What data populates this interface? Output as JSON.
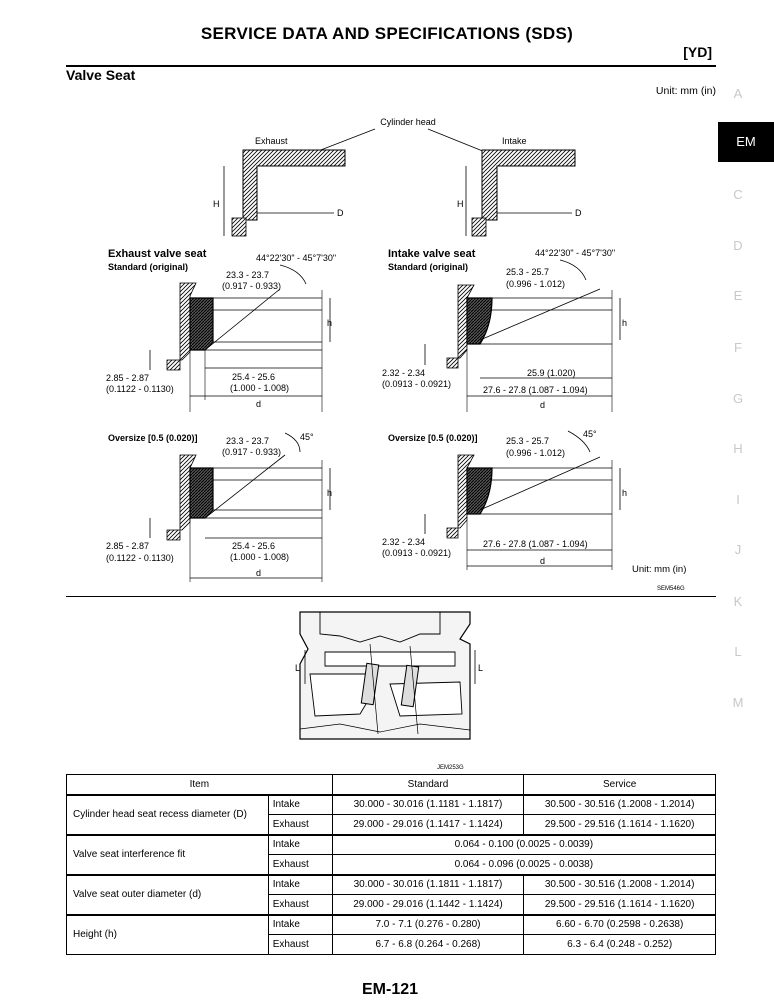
{
  "header": {
    "title": "SERVICE DATA AND SPECIFICATIONS (SDS)",
    "engine_code": "[YD]",
    "section": "Valve Seat",
    "unit": "Unit: mm (in)"
  },
  "nav": {
    "items": [
      "A",
      "EM",
      "C",
      "D",
      "E",
      "F",
      "G",
      "H",
      "I",
      "J",
      "K",
      "L",
      "M"
    ],
    "active": "EM"
  },
  "fig1": {
    "cylinder_head": "Cylinder head",
    "exhaust": "Exhaust",
    "intake": "Intake",
    "H": "H",
    "D": "D",
    "exh_title": "Exhaust valve seat",
    "exh_sub": "Standard (original)",
    "int_title": "Intake valve seat",
    "int_sub": "Standard (original)",
    "angle": "44°22'30\" - 45°7'30\"",
    "exh_top1": "23.3 - 23.7",
    "exh_top2": "(0.917 - 0.933)",
    "int_top1": "25.3 - 25.7",
    "int_top2": "(0.996 - 1.012)",
    "h": "h",
    "d": "d",
    "exh_left1": "2.85 - 2.87",
    "exh_left2": "(0.1122 - 0.1130)",
    "exh_mid1": "25.4 - 25.6",
    "exh_mid2": "(1.000 - 1.008)",
    "int_left1": "2.32 - 2.34",
    "int_left2": "(0.0913 - 0.0921)",
    "int_mid": "25.9 (1.020)",
    "int_bot": "27.6 - 27.8 (1.087 - 1.094)",
    "oversize": "Oversize [0.5 (0.020)]",
    "deg45": "45°",
    "unit": "Unit: mm (in)",
    "code": "SEM546G"
  },
  "fig2": {
    "L": "L",
    "code": "JEM253G"
  },
  "table": {
    "headers": [
      "Item",
      "Standard",
      "Service"
    ],
    "groups": [
      {
        "item": "Cylinder head seat recess diameter (D)",
        "rows": [
          {
            "sub": "Intake",
            "standard": "30.000 - 30.016 (1.1181 - 1.1817)",
            "service": "30.500 - 30.516 (1.2008 - 1.2014)"
          },
          {
            "sub": "Exhaust",
            "standard": "29.000 - 29.016 (1.1417 - 1.1424)",
            "service": "29.500 - 29.516 (1.1614 - 1.1620)"
          }
        ]
      },
      {
        "item": "Valve seat interference fit",
        "rows": [
          {
            "sub": "Intake",
            "merged": "0.064 - 0.100 (0.0025 - 0.0039)"
          },
          {
            "sub": "Exhaust",
            "merged": "0.064 - 0.096 (0.0025 - 0.0038)"
          }
        ]
      },
      {
        "item": "Valve seat outer diameter (d)",
        "rows": [
          {
            "sub": "Intake",
            "standard": "30.000 - 30.016 (1.1811 - 1.1817)",
            "service": "30.500 - 30.516 (1.2008 - 1.2014)"
          },
          {
            "sub": "Exhaust",
            "standard": "29.000 - 29.016 (1.1442 - 1.1424)",
            "service": "29.500 - 29.516 (1.1614 - 1.1620)"
          }
        ]
      },
      {
        "item": "Height (h)",
        "rows": [
          {
            "sub": "Intake",
            "standard": "7.0 - 7.1 (0.276 - 0.280)",
            "service": "6.60 - 6.70 (0.2598 - 0.2638)"
          },
          {
            "sub": "Exhaust",
            "standard": "6.7 - 6.8 (0.264 - 0.268)",
            "service": "6.3 - 6.4 (0.248 - 0.252)"
          }
        ]
      }
    ]
  },
  "footer": {
    "page": "EM-121"
  }
}
